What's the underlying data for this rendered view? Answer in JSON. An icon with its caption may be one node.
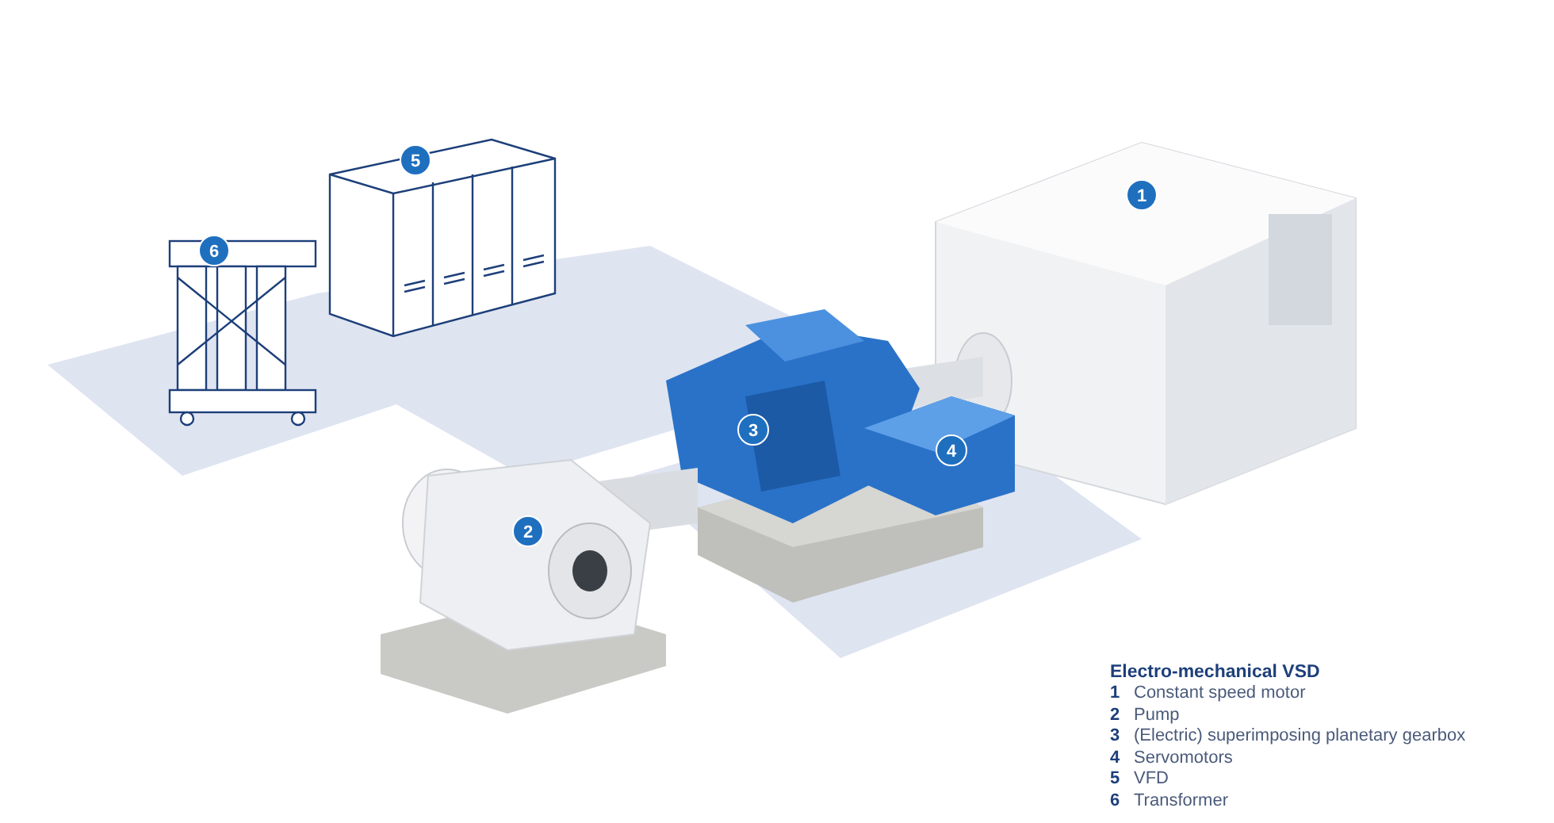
{
  "diagram": {
    "title": "Electro-mechanical VSD",
    "labels": [
      "5",
      "1",
      "6",
      "3",
      "4",
      "2",
      "1",
      "Constant speed motor",
      "2",
      "Pump",
      "3",
      "(Electric) superimposing planetary gearbox",
      "4",
      "Servomotors",
      "5",
      "VFD",
      "6",
      "Transformer"
    ]
  }
}
